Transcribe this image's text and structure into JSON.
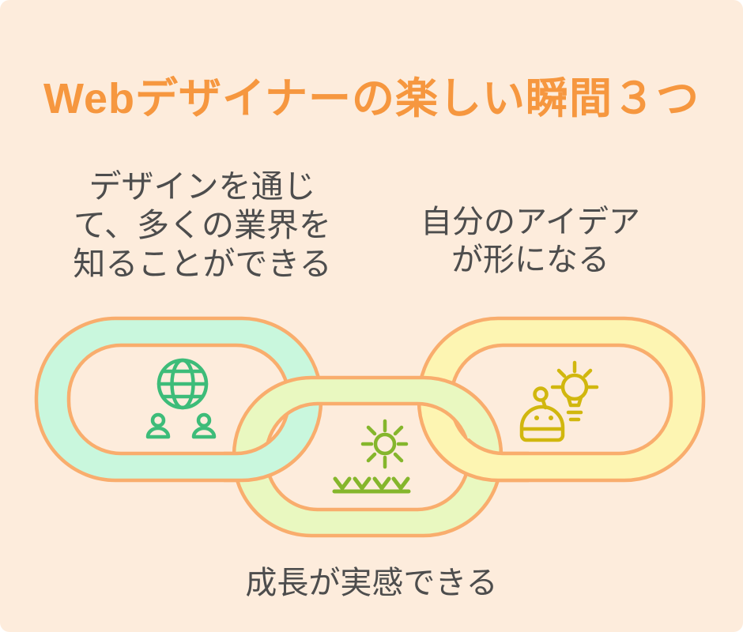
{
  "title": "Webデザイナーの楽しい瞬間３つ",
  "labels": {
    "left": "デザインを通じ\nて、多くの業界を\n知ることができる",
    "right": "自分のアイデア\nが形になる",
    "bottom": "成長が実感できる"
  },
  "links": [
    {
      "position": "left",
      "label": "デザインを通じて、多くの業界を知ることができる",
      "icons": [
        "globe-icon",
        "people-icon"
      ]
    },
    {
      "position": "middle",
      "label": "成長が実感できる",
      "icons": [
        "sun-icon",
        "sprouts-icon"
      ]
    },
    {
      "position": "right",
      "label": "自分のアイデアが形になる",
      "icons": [
        "robot-idea-icon",
        "lightbulb-icon"
      ]
    }
  ],
  "colors": {
    "background": "#fdecdc",
    "outline": "#f9ad6d",
    "title": "#f6973f",
    "text": "#4d4d4d",
    "mint": "#c9f7dd",
    "lime": "#e9f8c0",
    "yellow": "#fdf5b2",
    "green": "#3dbc79",
    "olive": "#85b62c",
    "mustard": "#d1b70e"
  }
}
